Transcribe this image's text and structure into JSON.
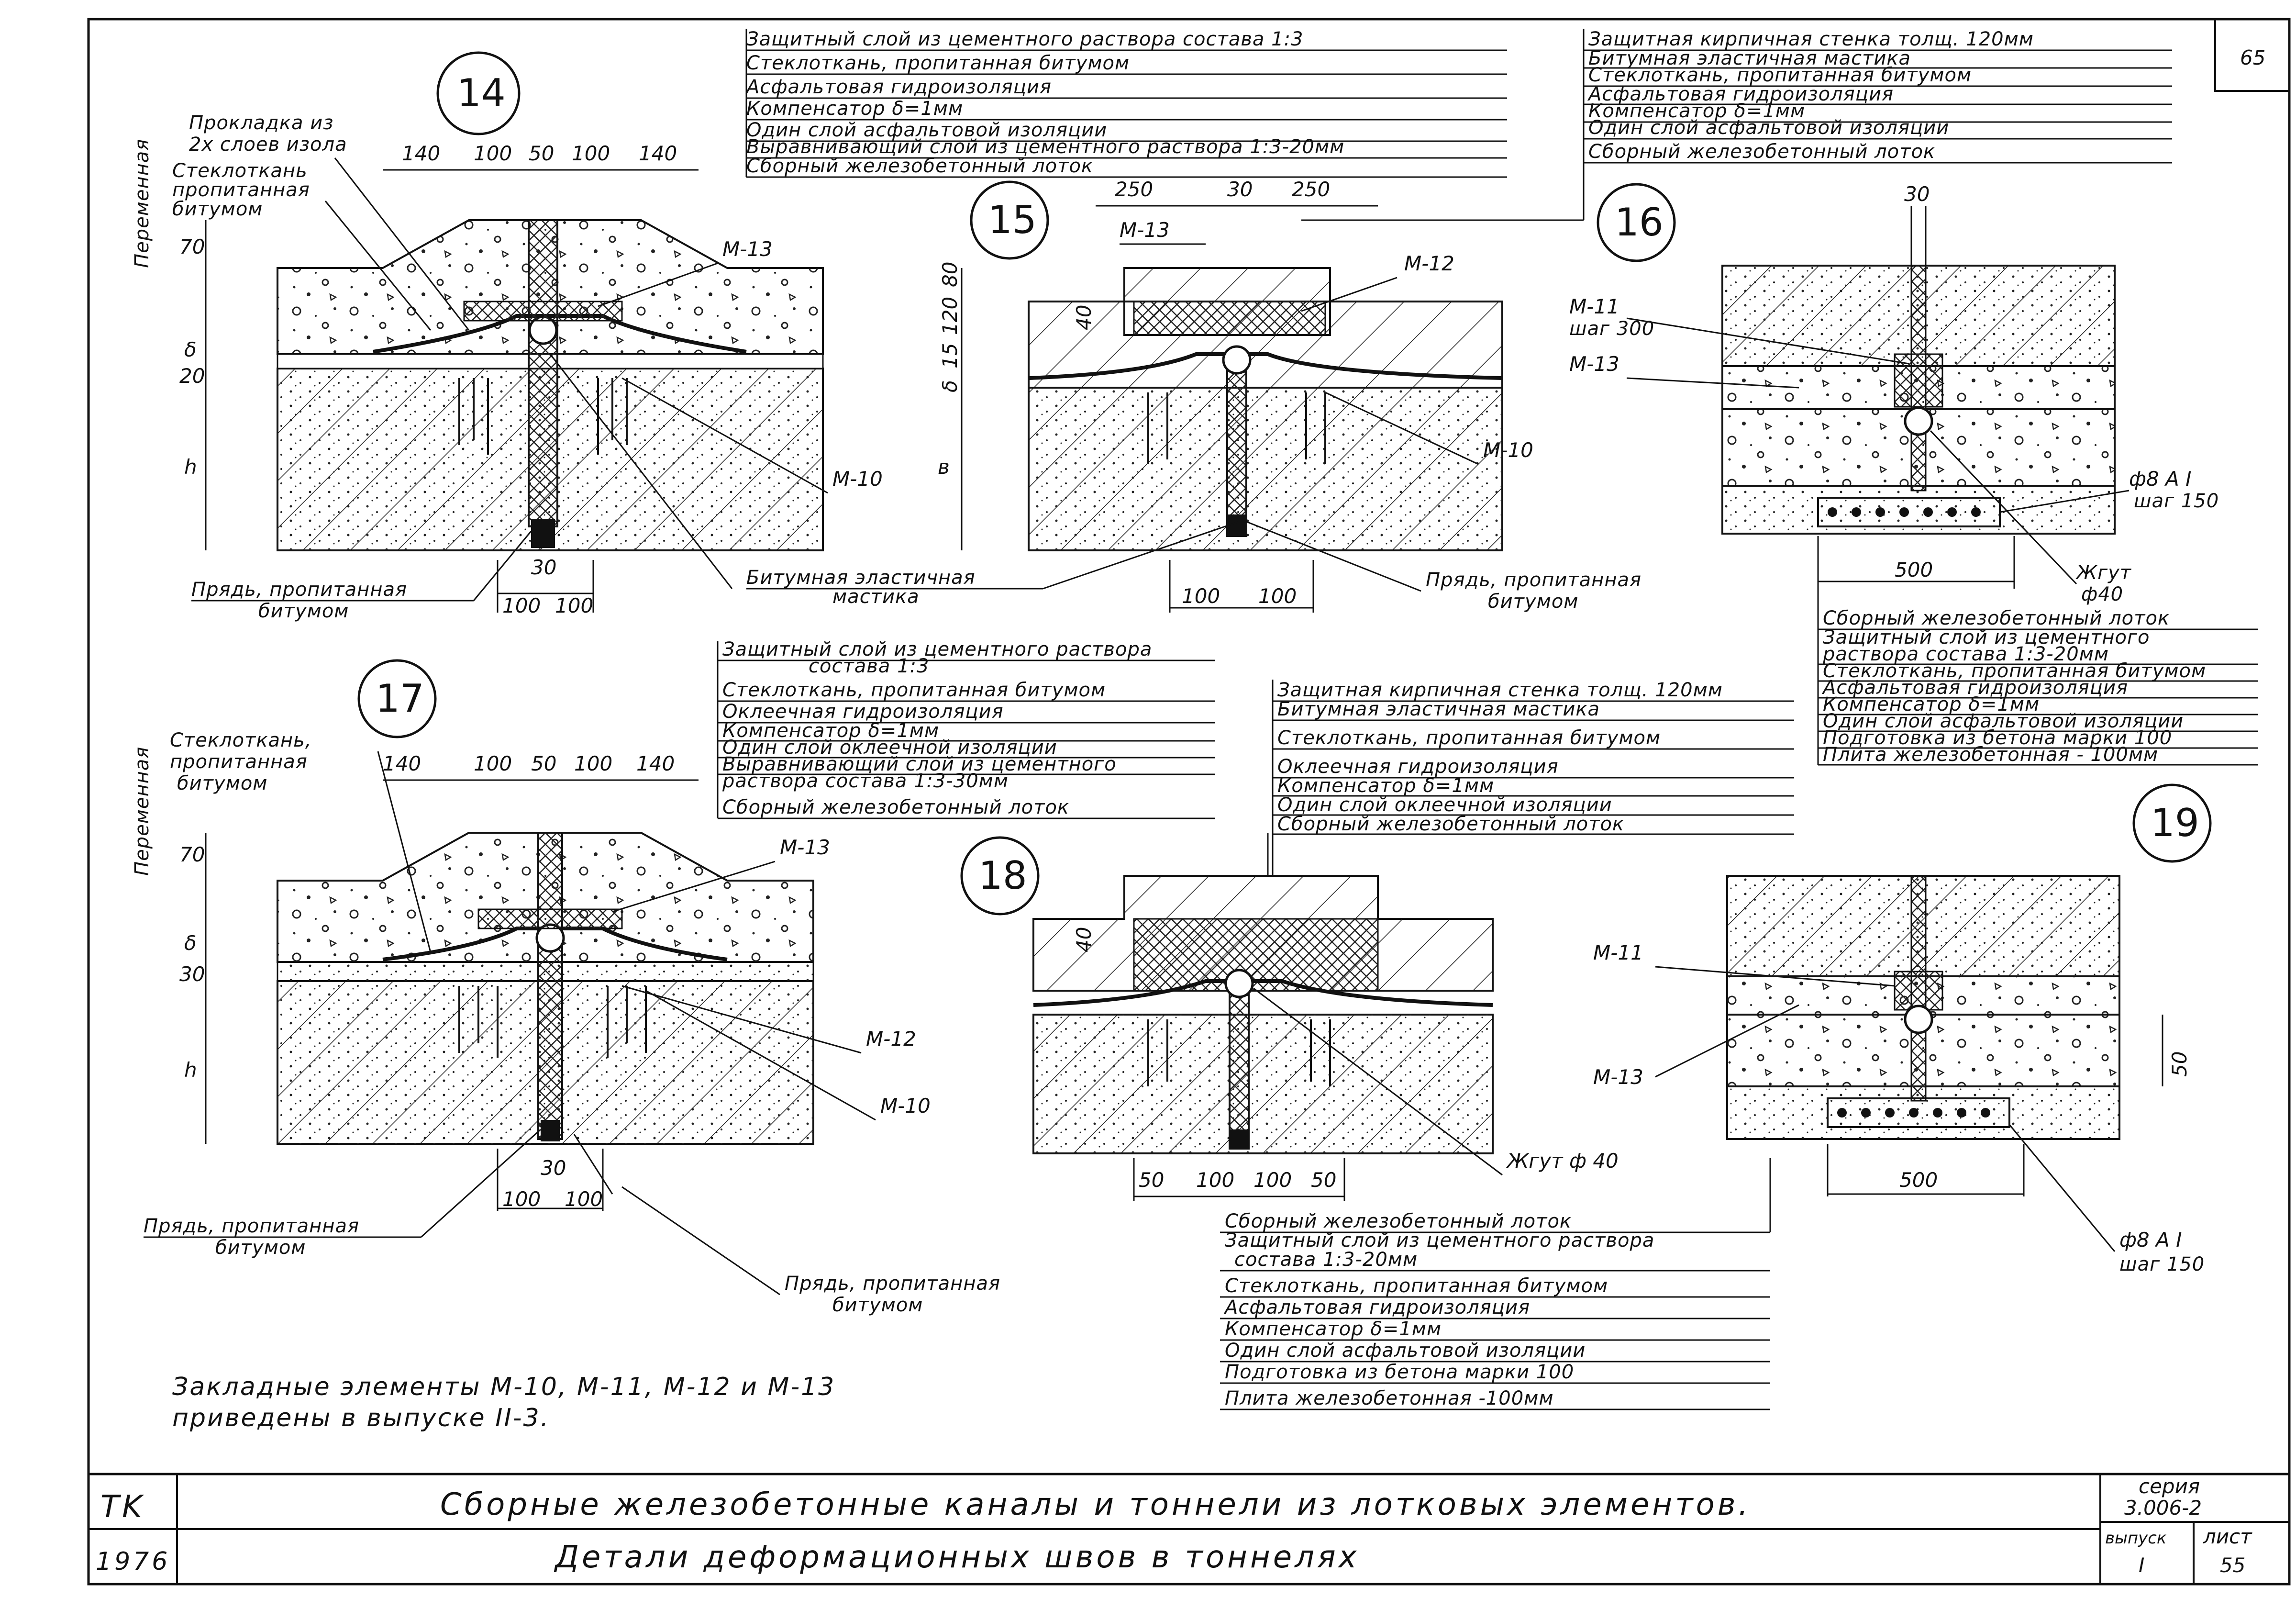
{
  "page_number": "65",
  "title_block": {
    "code": "TK",
    "year": "1976",
    "title_line1": "Сборные железобетонные каналы и тоннели из лотковых элементов.",
    "title_line2": "Детали деформационных швов в тоннелях",
    "series_label": "серия",
    "series_value": "3.006-2",
    "issue_label": "выпуск",
    "issue_value": "I",
    "sheet_label": "лист",
    "sheet_value": "55"
  },
  "note": {
    "line1": "Закладные элементы М-10, М-11, М-12 и М-13",
    "line2": "приведены в выпуске II-3."
  },
  "legend_14_15": [
    "Защитный слой из цементного раствора состава 1:3",
    "Стеклоткань, пропитанная битумом",
    "Асфальтовая гидроизоляция",
    "Компенсатор δ=1мм",
    "Один слой асфальтовой изоляции",
    "Выравнивающий слой из цементного раствора 1:3-20мм",
    "Сборный железобетонный лоток"
  ],
  "legend_16": [
    "Защитная кирпичная стенка толщ. 120мм",
    "Битумная эластичная мастика",
    "Стеклоткань, пропитанная битумом",
    "Асфальтовая гидроизоляция",
    "Компенсатор δ=1мм",
    "Один слой асфальтовой изоляции",
    "Сборный железобетонный лоток"
  ],
  "legend_16b": [
    "Сборный железобетонный лоток",
    "Защитный слой из цементного",
    "раствора состава 1:3-20мм",
    "Стеклоткань, пропитанная битумом",
    "Асфальтовая гидроизоляция",
    "Компенсатор δ=1мм",
    "Один слой асфальтовой изоляции",
    "Подготовка из бетона марки 100",
    "Плита железобетонная - 100мм"
  ],
  "legend_17": [
    "Защитный слой из цементного раствора",
    "состава 1:3",
    "Стеклоткань, пропитанная битумом",
    "Оклеечная гидроизоляция",
    "Компенсатор δ=1мм",
    "Один слой оклеечной изоляции",
    "Выравнивающий слой из цементного",
    "раствора состава 1:3-30мм",
    "Сборный железобетонный лоток"
  ],
  "legend_18": [
    "Защитная кирпичная стенка толщ. 120мм",
    "Битумная эластичная мастика",
    "Стеклоткань, пропитанная битумом",
    "Оклеечная гидроизоляция",
    "Компенсатор δ=1мм",
    "Один слой оклеечной изоляции",
    "Сборный железобетонный лоток"
  ],
  "legend_19": [
    "Сборный железобетонный лоток",
    "Защитный слой из цементного раствора",
    "состава 1:3-20мм",
    "Стеклоткань, пропитанная битумом",
    "Асфальтовая гидроизоляция",
    "Компенсатор δ=1мм",
    "Один слой асфальтовой изоляции",
    "Подготовка из бетона марки 100",
    "Плита железобетонная -100мм"
  ],
  "details": {
    "d14": {
      "number": "14",
      "side_label": "Переменная",
      "label_gasket_1": "Прокладка из",
      "label_gasket_2": "2х слоев изола",
      "label_glass_1": "Стеклоткань",
      "label_glass_2": "пропитанная",
      "label_glass_3": "битумом",
      "dims_top": [
        "140",
        "100",
        "50",
        "100",
        "140"
      ],
      "dims_side": [
        "70",
        "δ",
        "20",
        "h"
      ],
      "dims_bottom": [
        "30",
        "100",
        "100"
      ],
      "m13": "М-13",
      "m10": "М-10",
      "strand_1": "Прядь, пропитанная",
      "strand_2": "битумом"
    },
    "d15": {
      "number": "15",
      "dims_top": [
        "250",
        "30",
        "250"
      ],
      "dims_side": [
        "80",
        "120",
        "15",
        "δ",
        "в"
      ],
      "dim_inner": "40",
      "dims_bottom": [
        "100",
        "100"
      ],
      "m13": "М-13",
      "m12": "М-12",
      "m10": "М-10",
      "mastic_1": "Битумная эластичная",
      "mastic_2": "мастика",
      "strand_1": "Прядь, пропитанная",
      "strand_2": "битумом"
    },
    "d16": {
      "number": "16",
      "dim_top": "30",
      "m11": "М-11",
      "m11_step": "шаг 300",
      "m13": "М-13",
      "rebar_1": "ф8 А I",
      "rebar_2": "шаг 150",
      "dim_bottom": "500",
      "tow_1": "Жгут",
      "tow_2": "ф40"
    },
    "d17": {
      "number": "17",
      "side_label": "Переменная",
      "label_glass_1": "Стеклоткань,",
      "label_glass_2": "пропитанная",
      "label_glass_3": "битумом",
      "dims_top": [
        "140",
        "100",
        "50",
        "100",
        "140"
      ],
      "dims_side": [
        "70",
        "δ",
        "30",
        "h"
      ],
      "dims_bottom": [
        "30",
        "100",
        "100"
      ],
      "m13": "М-13",
      "m12": "М-12",
      "m10": "М-10",
      "strand_1": "Прядь, пропитанная",
      "strand_2": "битумом"
    },
    "d18": {
      "number": "18",
      "dim_inner": "40",
      "dims_bottom": [
        "50",
        "100",
        "100",
        "50"
      ],
      "tow": "Жгут ф 40",
      "strand_1": "Прядь, пропитанная",
      "strand_2": "битумом"
    },
    "d19": {
      "number": "19",
      "m11": "М-11",
      "m13": "М-13",
      "dim_side": "50",
      "dim_bottom": "500",
      "rebar_1": "ф8 А I",
      "rebar_2": "шаг 150"
    }
  }
}
